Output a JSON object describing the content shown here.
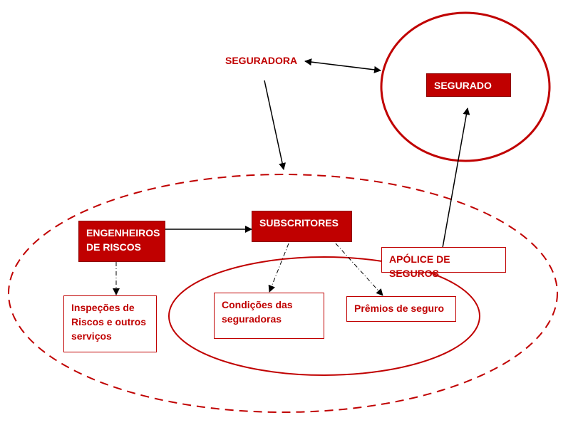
{
  "nodes": {
    "seguradora": "SEGURADORA",
    "segurado": "SEGURADO",
    "engenheiros": "ENGENHEIROS DE RISCOS",
    "subscritores": "SUBSCRITORES",
    "apolice": "APÓLICE DE SEGUROS",
    "inspecoes": "Inspeções de Riscos e outros serviços",
    "condicoes": "Condições das seguradoras",
    "premios": "Prêmios de seguro"
  },
  "colors": {
    "accent": "#c00000",
    "arrow": "#000000",
    "background": "#ffffff"
  }
}
